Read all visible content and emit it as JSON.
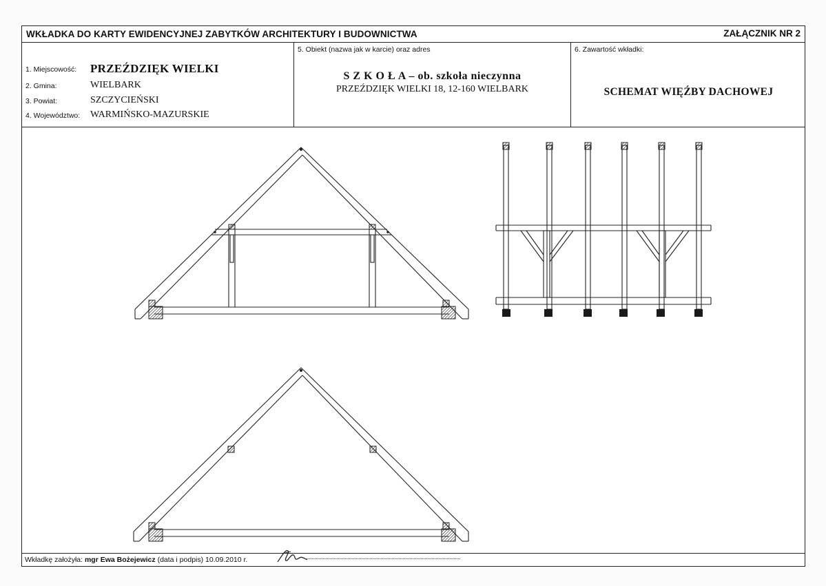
{
  "header": {
    "title": "WKŁADKA DO KARTY EWIDENCYJNEJ ZABYTKÓW ARCHITEKTURY I BUDOWNICTWA",
    "attachment": "ZAŁĄCZNIK NR 2"
  },
  "location": {
    "locality_label": "1. Miejscowość:",
    "locality_value": "PRZEŹDZIĘK WIELKI",
    "commune_label": "2. Gmina:",
    "commune_value": "WIELBARK",
    "county_label": "3. Powiat:",
    "county_value": "SZCZYCIEŃSKI",
    "voivodeship_label": "4. Województwo:",
    "voivodeship_value": "WARMIŃSKO-MAZURSKIE"
  },
  "object": {
    "label": "5. Obiekt (nazwa jak w karcie) oraz adres",
    "name": "S Z K O Ł A – ob. szkoła nieczynna",
    "address": "PRZEŹDZIĘK WIELKI 18, 12-160 WIELBARK"
  },
  "contents": {
    "label": "6. Zawartość wkładki:",
    "value": "SCHEMAT WIĘŹBY DACHOWEJ"
  },
  "footer": {
    "prefix": "Wkładkę założyła:",
    "author": "mgr Ewa Bożejewicz",
    "note": "(data i podpis)",
    "date": "10.09.2010 r."
  }
}
